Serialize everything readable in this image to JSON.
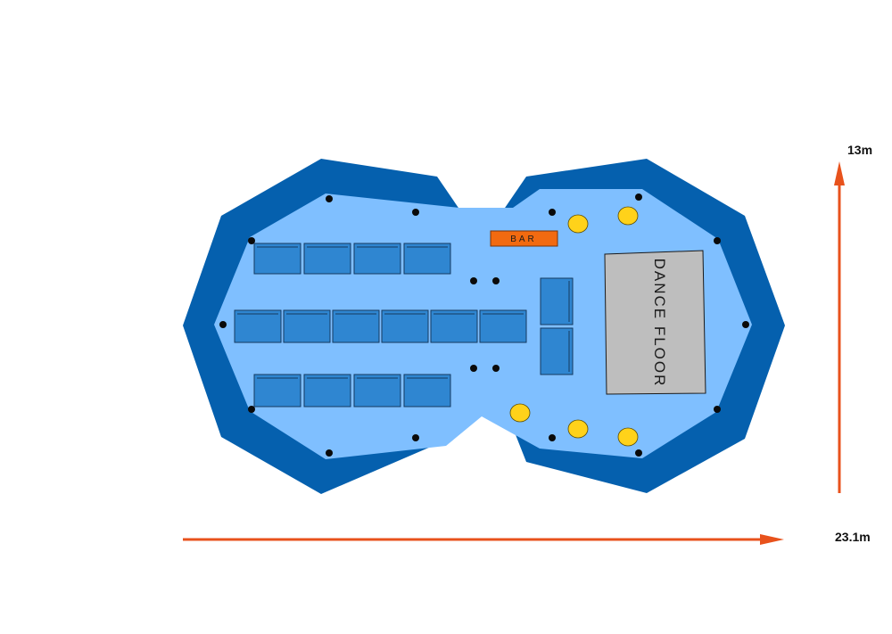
{
  "plan": {
    "bar_label": "BAR",
    "dance_floor_label": "DANCE FLOOR",
    "height_dimension": "13m",
    "width_dimension": "23.1m"
  },
  "colors": {
    "background": "#ffffff",
    "outer_wall": "#0560ae",
    "inner_floor": "#7fbfff",
    "table": "#2f86d1",
    "table_outline": "#163a5f",
    "bar": "#f26a10",
    "dance_floor": "#bebebe",
    "pillar": "#0a0a0a",
    "light": "#ffd21a",
    "dimension_arrow": "#e8521c"
  },
  "icons": {
    "pillar": "pillar-dot-icon",
    "light": "ceiling-light-icon",
    "arrow": "dimension-arrow-icon"
  }
}
